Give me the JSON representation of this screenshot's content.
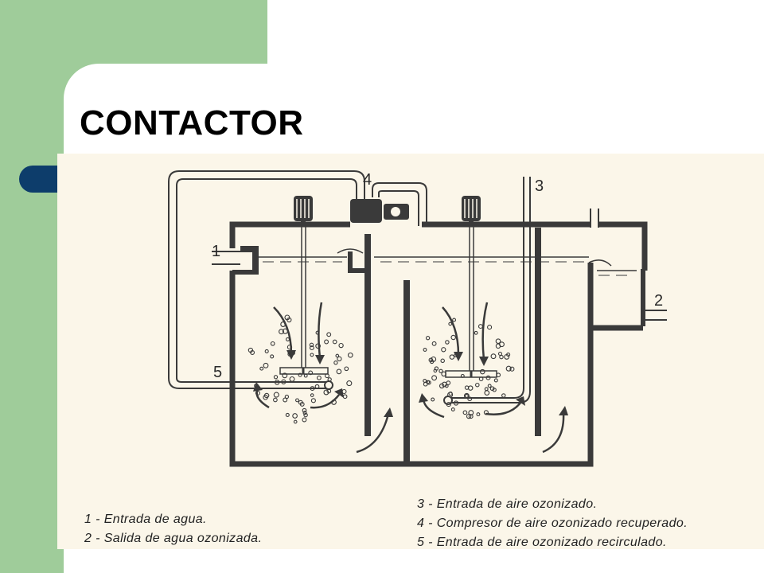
{
  "slide": {
    "title": "CONTACTOR"
  },
  "diagram": {
    "callouts": {
      "c1": "1",
      "c2": "2",
      "c3": "3",
      "c4": "4",
      "c5": "5"
    },
    "legend": [
      "1 - Entrada de agua.",
      "2 - Salida de agua ozonizada.",
      "3 - Entrada de aire ozonizado.",
      "4 - Compresor de aire ozonizado recuperado.",
      "5 - Entrada de aire ozonizado recirculado."
    ]
  },
  "colors": {
    "panel_green": "#9fcc9a",
    "accent_navy": "#0d3d6b",
    "scan_paper": "#fbf6e9",
    "ink": "#3a3a3a"
  }
}
